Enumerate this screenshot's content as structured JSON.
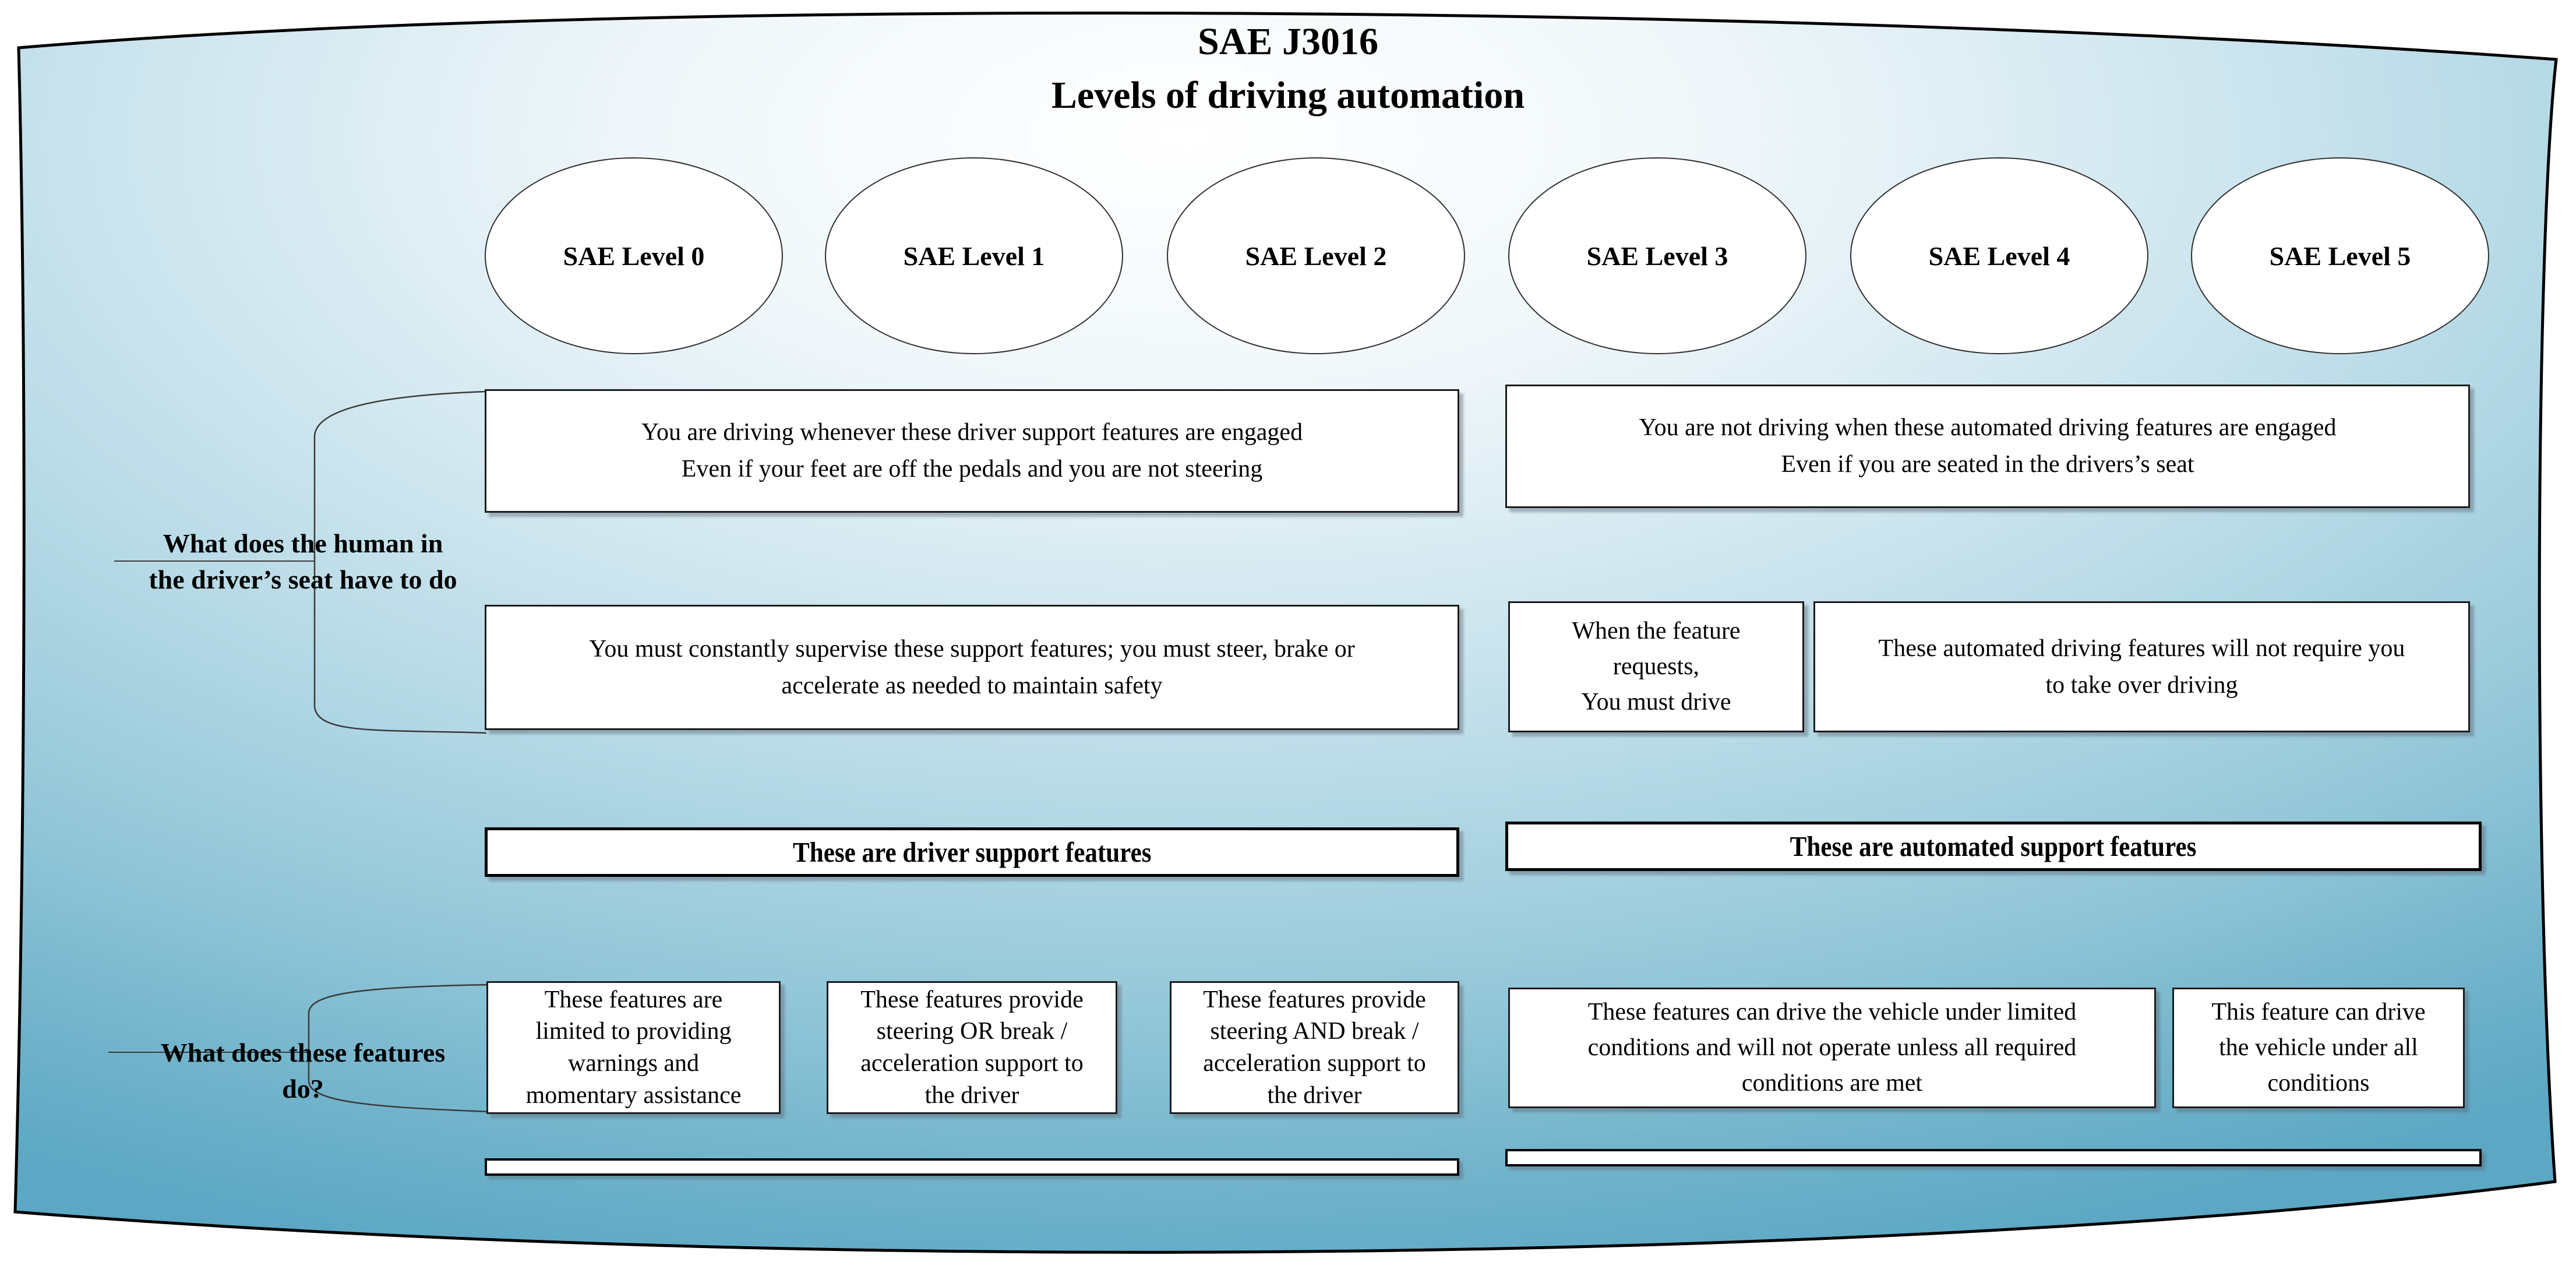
{
  "title": "SAE J3016\nLevels of driving automation",
  "levels": [
    "SAE Level 0",
    "SAE Level 1",
    "SAE Level 2",
    "SAE Level 3",
    "SAE Level 4",
    "SAE Level 5"
  ],
  "side_labels": {
    "human": "What does the human in\nthe driver’s seat have to do",
    "features": "What does these features\ndo?"
  },
  "driver_support": {
    "engaged": "You are driving whenever these driver support features are engaged\nEven if your feet are off the pedals and you are not steering",
    "supervise": "You must constantly supervise these support features; you must steer, brake or\naccelerate as needed to maintain safety",
    "header": "These are driver support features",
    "level0": "These features are\nlimited to providing\nwarnings and\nmomentary assistance",
    "level1": "These features provide\nsteering OR break /\nacceleration support to\nthe driver",
    "level2": "These features provide\nsteering AND break /\nacceleration support to\nthe driver"
  },
  "automated_support": {
    "engaged": "You are not driving when these automated driving features are engaged\nEven if you are seated in the drivers’s seat",
    "when_requests": "When the feature\nrequests,\nYou must drive",
    "no_takeover": "These automated driving features will not require you\nto take over driving",
    "header": "These are automated support features",
    "level3_4": "These features can drive the vehicle under limited\nconditions and will not operate unless all required\nconditions are met",
    "level5": "This feature can drive\nthe vehicle under all\nconditions"
  },
  "colors": {
    "banner_top": "#ffffff",
    "banner_mid": "#a9d3e2",
    "banner_bottom": "#58a6c4",
    "outline": "#000000",
    "box_border": "#1c1c1c",
    "text": "#000000"
  }
}
